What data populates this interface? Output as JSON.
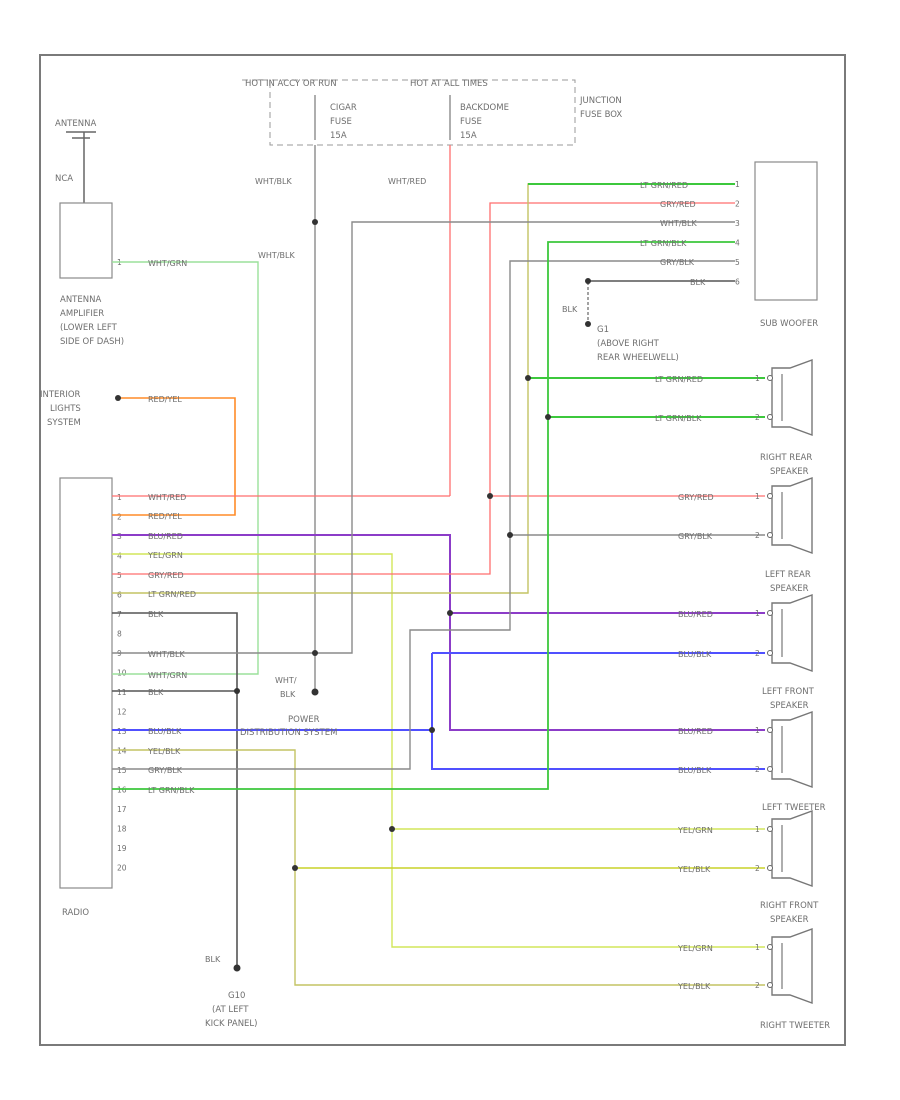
{
  "fuse_box": {
    "hot_run_text": "HOT IN ACCY OR RUN",
    "hot_all_times_text": "HOT AT ALL TIMES",
    "fuse1": [
      "CIGAR",
      "FUSE",
      "15A"
    ],
    "fuse2": [
      "BACKDOME",
      "FUSE",
      "15A"
    ],
    "label": [
      "JUNCTION",
      "FUSE BOX"
    ]
  },
  "antenna": {
    "label": "ANTENNA",
    "nca": "NCA",
    "amp_label": [
      "ANTENNA",
      "AMPLIFIER",
      "(LOWER LEFT",
      "SIDE OF DASH)"
    ],
    "pin": "1"
  },
  "interior_lights": [
    "INTERIOR",
    "LIGHTS",
    "SYSTEM"
  ],
  "radio": {
    "label": "RADIO",
    "pins": [
      "1",
      "2",
      "3",
      "4",
      "5",
      "6",
      "7",
      "8",
      "9",
      "10",
      "11",
      "12",
      "13",
      "14",
      "15",
      "16",
      "17",
      "18",
      "19",
      "20"
    ]
  },
  "ground_g10": {
    "wire": "BLK",
    "name": "G10",
    "loc": [
      "(AT LEFT",
      "KICK PANEL)"
    ]
  },
  "ground_g1": {
    "wire": "BLK",
    "name": "G1",
    "loc": [
      "(ABOVE RIGHT",
      "REAR WHEELWELL)"
    ]
  },
  "power_feed": {
    "wire": [
      "WHT/",
      "BLK"
    ],
    "label": [
      "POWER",
      "DISTRIBUTION SYSTEM"
    ]
  },
  "wires": {
    "wht_blk": "WHT/BLK",
    "wht_red": "WHT/RED",
    "wht_grn": "WHT/GRN",
    "red_yel": "RED/YEL",
    "blu_red": "BLU/RED",
    "yel_grn": "YEL/GRN",
    "gry_red": "GRY/RED",
    "lt_grn_red": "LT GRN/RED",
    "blk": "BLK",
    "blu_blk": "BLU/BLK",
    "yel_blk": "YEL/BLK",
    "gry_blk": "GRY/BLK",
    "lt_grn_blk": "LT GRN/BLK"
  },
  "subwoofer": {
    "label": "SUB WOOFER",
    "pins": [
      "1",
      "2",
      "3",
      "4",
      "5",
      "6"
    ]
  },
  "speakers": {
    "right_rear": [
      "RIGHT REAR",
      "SPEAKER"
    ],
    "left_rear": [
      "LEFT REAR",
      "SPEAKER"
    ],
    "left_front": [
      "LEFT FRONT",
      "SPEAKER"
    ],
    "left_tweeter": "LEFT TWEETER",
    "right_front": [
      "RIGHT FRONT",
      "SPEAKER"
    ],
    "right_tweeter": "RIGHT TWEETER",
    "pins": [
      "1",
      "2"
    ]
  },
  "colors": {
    "gray": "#8a8a8a",
    "dark": "#555555",
    "red": "#ff6e6e",
    "orange": "#ff8c28",
    "green": "#3cc83c",
    "light_green": "#9be09b",
    "blue": "#5050ff",
    "purple": "#8c3cc8",
    "yellow": "#c8d228",
    "yellow_green": "#d2e65a",
    "olive": "#c3c364"
  }
}
